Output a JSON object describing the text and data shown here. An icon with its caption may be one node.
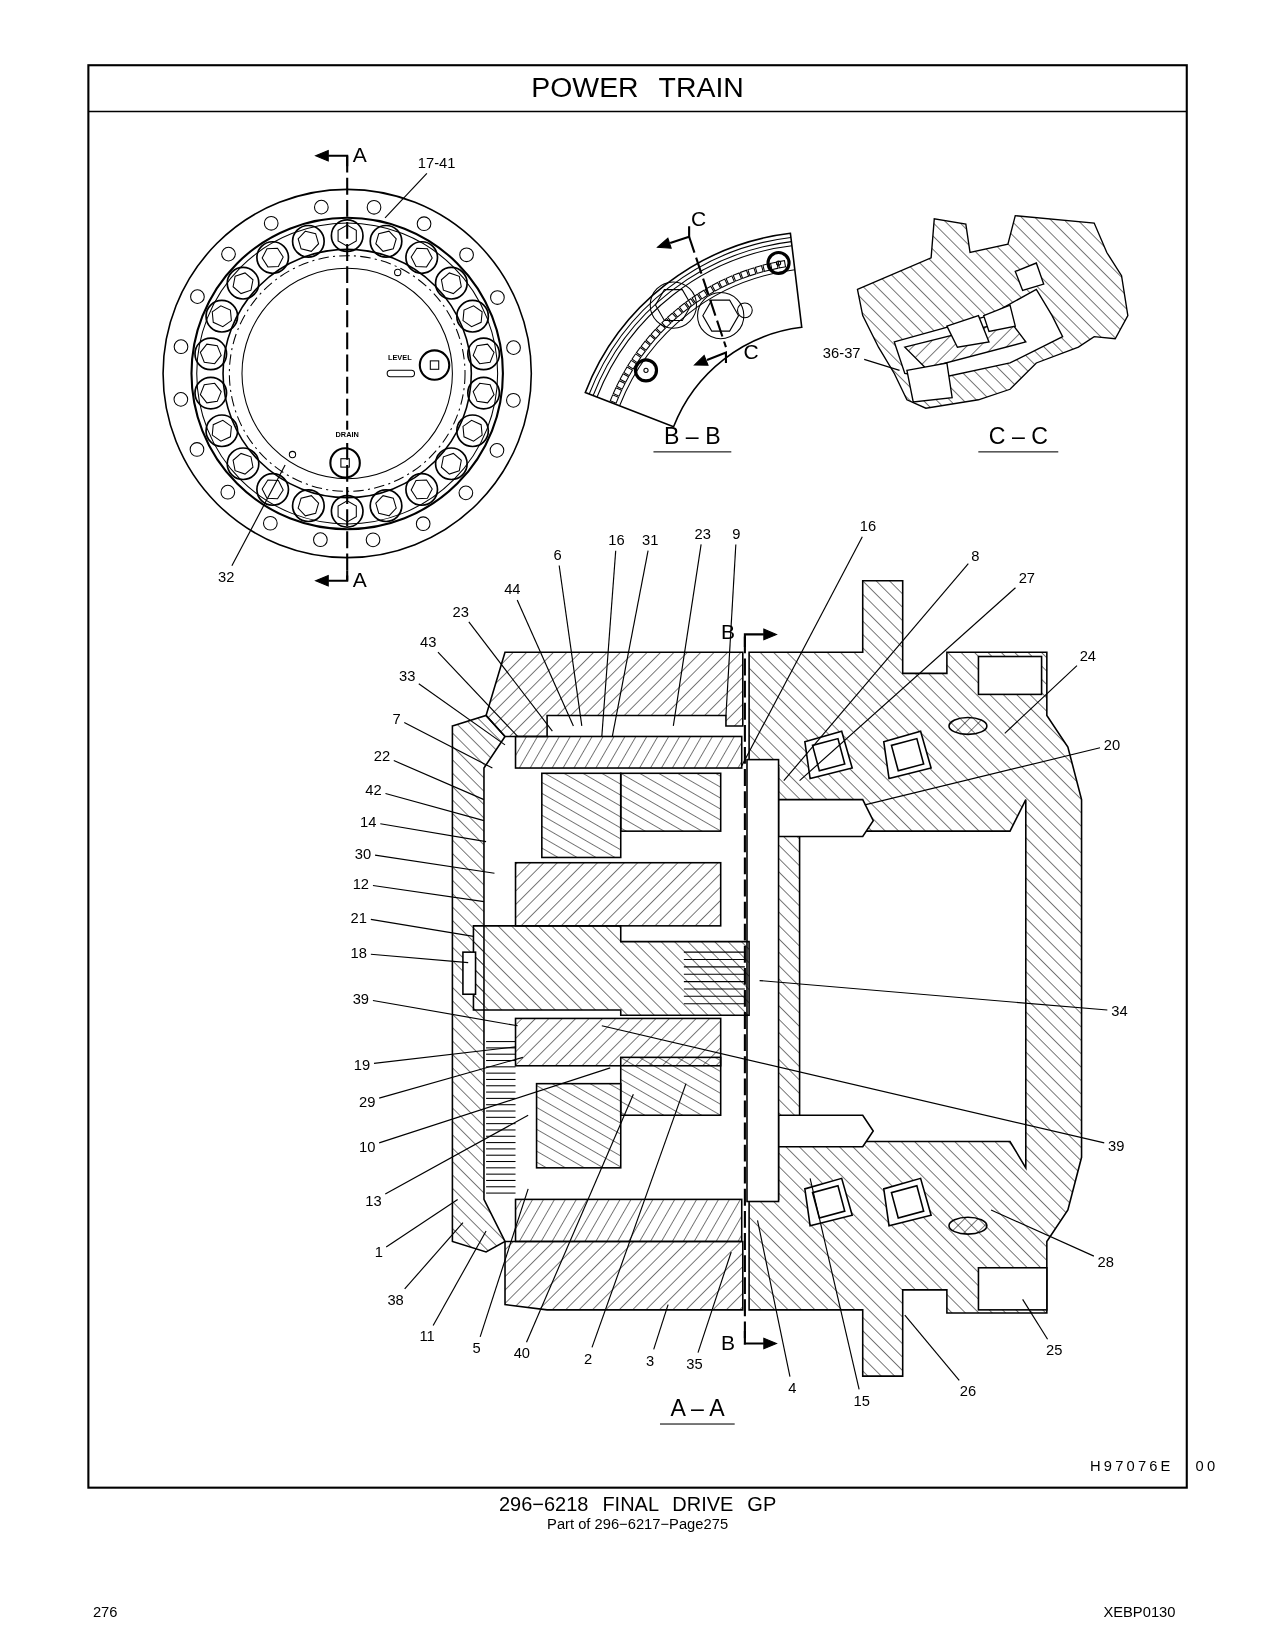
{
  "diagram": {
    "title": "POWER TRAIN",
    "caption": "296−6218 FINAL DRIVE GP",
    "nodes": [
      {
        "text": [
          "17-41"
        ]
      },
      {
        "text": [
          "32"
        ]
      },
      {
        "text": [
          "36-37"
        ]
      },
      {
        "text": [
          "6"
        ]
      },
      {
        "text": [
          "16"
        ]
      },
      {
        "text": [
          "31"
        ]
      },
      {
        "text": [
          "23"
        ]
      },
      {
        "text": [
          "9"
        ]
      },
      {
        "text": [
          "16"
        ]
      },
      {
        "text": [
          "8"
        ]
      },
      {
        "text": [
          "27"
        ]
      },
      {
        "text": [
          "44"
        ]
      },
      {
        "text": [
          "23"
        ]
      },
      {
        "text": [
          "24"
        ]
      },
      {
        "text": [
          "43"
        ]
      },
      {
        "text": [
          "33"
        ]
      },
      {
        "text": [
          "20"
        ]
      },
      {
        "text": [
          "7"
        ]
      },
      {
        "text": [
          "22"
        ]
      },
      {
        "text": [
          "42"
        ]
      },
      {
        "text": [
          "14"
        ]
      },
      {
        "text": [
          "30"
        ]
      },
      {
        "text": [
          "12"
        ]
      },
      {
        "text": [
          "21"
        ]
      },
      {
        "text": [
          "18"
        ]
      },
      {
        "text": [
          "39"
        ]
      },
      {
        "text": [
          "34"
        ]
      },
      {
        "text": [
          "19"
        ]
      },
      {
        "text": [
          "29"
        ]
      },
      {
        "text": [
          "10"
        ]
      },
      {
        "text": [
          "39"
        ]
      },
      {
        "text": [
          "13"
        ]
      },
      {
        "text": [
          "1"
        ]
      },
      {
        "text": [
          "38"
        ]
      },
      {
        "text": [
          "11"
        ]
      },
      {
        "text": [
          "5"
        ]
      },
      {
        "text": [
          "40"
        ]
      },
      {
        "text": [
          "2"
        ]
      },
      {
        "text": [
          "3"
        ]
      },
      {
        "text": [
          "35"
        ]
      },
      {
        "text": [
          "4"
        ]
      },
      {
        "text": [
          "15"
        ]
      },
      {
        "text": [
          "26"
        ]
      },
      {
        "text": [
          "25"
        ]
      },
      {
        "text": [
          "28"
        ]
      }
    ],
    "edges": [
      {
        "from": 0,
        "to": null,
        "arrow": "none"
      },
      {
        "from": 1,
        "to": null,
        "arrow": "none"
      },
      {
        "from": 2,
        "to": null,
        "arrow": "none"
      },
      {
        "from": 3,
        "to": null,
        "arrow": "none"
      },
      {
        "from": 4,
        "to": null,
        "arrow": "none"
      },
      {
        "from": 5,
        "to": null,
        "arrow": "none"
      },
      {
        "from": 6,
        "to": null,
        "arrow": "none"
      },
      {
        "from": 7,
        "to": null,
        "arrow": "none"
      },
      {
        "from": 8,
        "to": null,
        "arrow": "none"
      },
      {
        "from": 9,
        "to": null,
        "arrow": "none"
      },
      {
        "from": 10,
        "to": null,
        "arrow": "none"
      },
      {
        "from": 11,
        "to": null,
        "arrow": "none"
      },
      {
        "from": 12,
        "to": null,
        "arrow": "none"
      },
      {
        "from": 13,
        "to": null,
        "arrow": "none"
      },
      {
        "from": 14,
        "to": null,
        "arrow": "none"
      },
      {
        "from": 15,
        "to": null,
        "arrow": "none"
      },
      {
        "from": 16,
        "to": null,
        "arrow": "none"
      },
      {
        "from": 17,
        "to": null,
        "arrow": "none"
      },
      {
        "from": 18,
        "to": null,
        "arrow": "none"
      },
      {
        "from": 19,
        "to": null,
        "arrow": "none"
      },
      {
        "from": 20,
        "to": null,
        "arrow": "none"
      },
      {
        "from": 21,
        "to": null,
        "arrow": "none"
      },
      {
        "from": 22,
        "to": null,
        "arrow": "none"
      },
      {
        "from": 23,
        "to": null,
        "arrow": "none"
      },
      {
        "from": 24,
        "to": null,
        "arrow": "none"
      },
      {
        "from": 25,
        "to": null,
        "arrow": "none"
      },
      {
        "from": 26,
        "to": null,
        "arrow": "none"
      },
      {
        "from": 27,
        "to": null,
        "arrow": "none"
      },
      {
        "from": 28,
        "to": null,
        "arrow": "none"
      },
      {
        "from": 29,
        "to": null,
        "arrow": "none"
      },
      {
        "from": 30,
        "to": null,
        "arrow": "none"
      },
      {
        "from": 31,
        "to": null,
        "arrow": "none"
      },
      {
        "from": 32,
        "to": null,
        "arrow": "none"
      },
      {
        "from": 33,
        "to": null,
        "arrow": "none"
      },
      {
        "from": 34,
        "to": null,
        "arrow": "none"
      },
      {
        "from": 35,
        "to": null,
        "arrow": "none"
      },
      {
        "from": 36,
        "to": null,
        "arrow": "none"
      },
      {
        "from": 37,
        "to": null,
        "arrow": "none"
      },
      {
        "from": 38,
        "to": null,
        "arrow": "none"
      },
      {
        "from": 39,
        "to": null,
        "arrow": "none"
      },
      {
        "from": 40,
        "to": null,
        "arrow": "none"
      },
      {
        "from": 41,
        "to": null,
        "arrow": "none"
      },
      {
        "from": 42,
        "to": null,
        "arrow": "none"
      },
      {
        "from": 43,
        "to": null,
        "arrow": "none"
      },
      {
        "from": 44,
        "to": null,
        "arrow": "none"
      }
    ],
    "labels": [
      "A",
      "A",
      "LEVEL",
      "DRAIN",
      "C",
      "C",
      "B – B",
      "C – C",
      "B",
      "B",
      "A – A",
      "H97076E 00",
      "Part of 296−6217−Page275",
      "276",
      "XEBP0130"
    ]
  }
}
